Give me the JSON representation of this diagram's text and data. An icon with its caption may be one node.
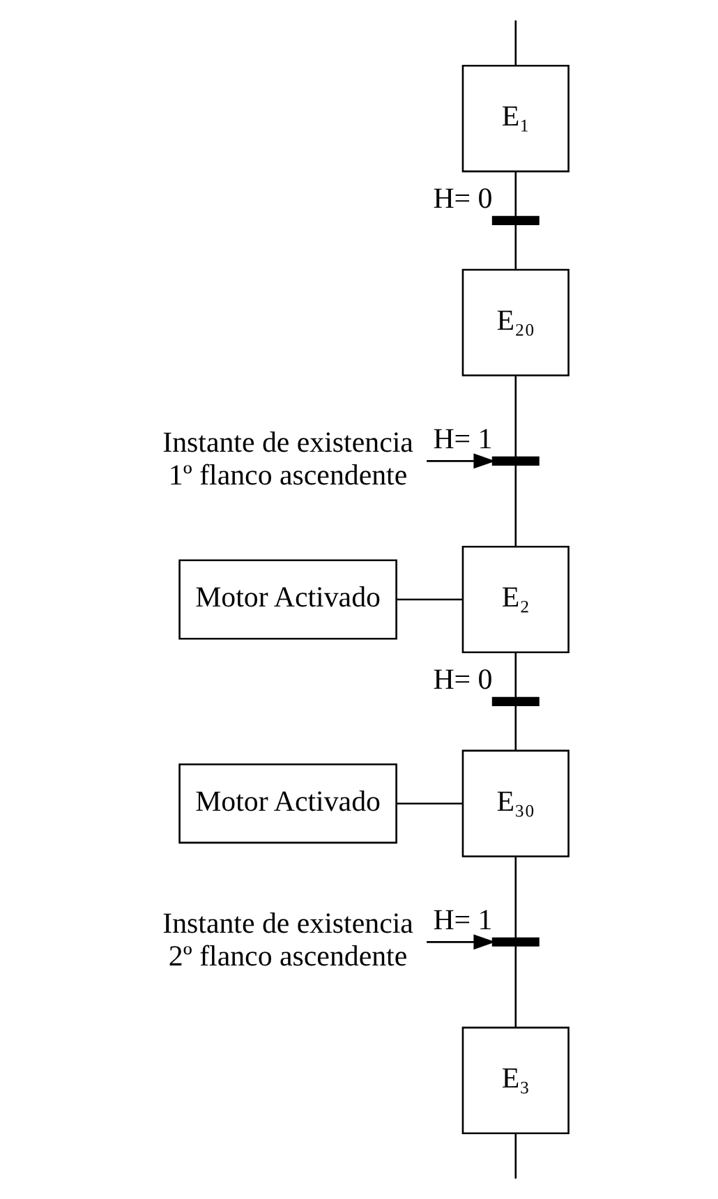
{
  "diagram": {
    "nodes": [
      {
        "text": [
          "E₁"
        ]
      },
      {
        "text": [],
        "shape": "bar",
        "beside": [
          "H= 0"
        ]
      },
      {
        "text": [
          "E₂₀"
        ]
      },
      {
        "text": [
          "Instante de existencia 1º flanco ascendente"
        ]
      },
      {
        "text": [],
        "shape": "bar",
        "beside": [
          "H= 1"
        ]
      },
      {
        "text": [
          "E₂"
        ]
      },
      {
        "text": [
          "Motor Activado"
        ]
      },
      {
        "text": [],
        "shape": "bar",
        "beside": [
          "H= 0"
        ]
      },
      {
        "text": [
          "E₃₀"
        ]
      },
      {
        "text": [
          "Motor Activado"
        ]
      },
      {
        "text": [],
        "shape": "bar",
        "beside": [
          "H= 1"
        ]
      },
      {
        "text": [
          "E₃"
        ]
      },
      {
        "text": [
          "Instante de existencia 2º flanco ascendente"
        ]
      }
    ],
    "edges": [
      {
        "from": null,
        "to": 0,
        "arrow": "none"
      },
      {
        "from": 0,
        "to": 1,
        "arrow": "none"
      },
      {
        "from": 1,
        "to": 2,
        "arrow": "none"
      },
      {
        "from": 2,
        "to": 4,
        "arrow": "none"
      },
      {
        "from": 3,
        "to": 4,
        "arrow": "to"
      },
      {
        "from": 4,
        "to": 5,
        "arrow": "none"
      },
      {
        "from": 5,
        "to": 6,
        "arrow": "none"
      },
      {
        "from": 5,
        "to": 7,
        "arrow": "none"
      },
      {
        "from": 7,
        "to": 8,
        "arrow": "none"
      },
      {
        "from": 8,
        "to": 9,
        "arrow": "none"
      },
      {
        "from": 8,
        "to": 10,
        "arrow": "none"
      },
      {
        "from": 12,
        "to": 10,
        "arrow": "to"
      },
      {
        "from": 10,
        "to": 11,
        "arrow": "none"
      },
      {
        "from": 11,
        "to": null,
        "arrow": "none"
      }
    ]
  }
}
